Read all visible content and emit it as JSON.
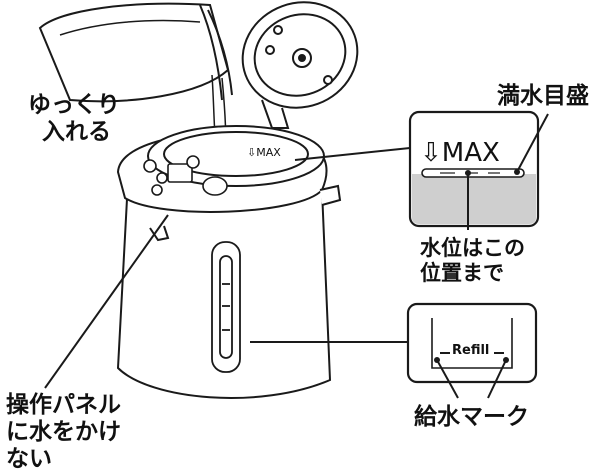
{
  "labels": {
    "pour_slowly": [
      "ゆっくり",
      "入れる"
    ],
    "full_water_mark": "満水目盛",
    "max_on_pot": "⇩MAX",
    "max_in_inset": "⇩MAX",
    "water_level_here": [
      "水位はこの",
      "位置まで"
    ],
    "refill": "Refill",
    "refill_mark": "給水マーク",
    "dont_wet_panel": [
      "操作パネル",
      "に水をかけ",
      "ない"
    ]
  },
  "colors": {
    "stroke": "#1a1a1a",
    "water_fill": "#cfcfcf",
    "background": "#ffffff"
  }
}
